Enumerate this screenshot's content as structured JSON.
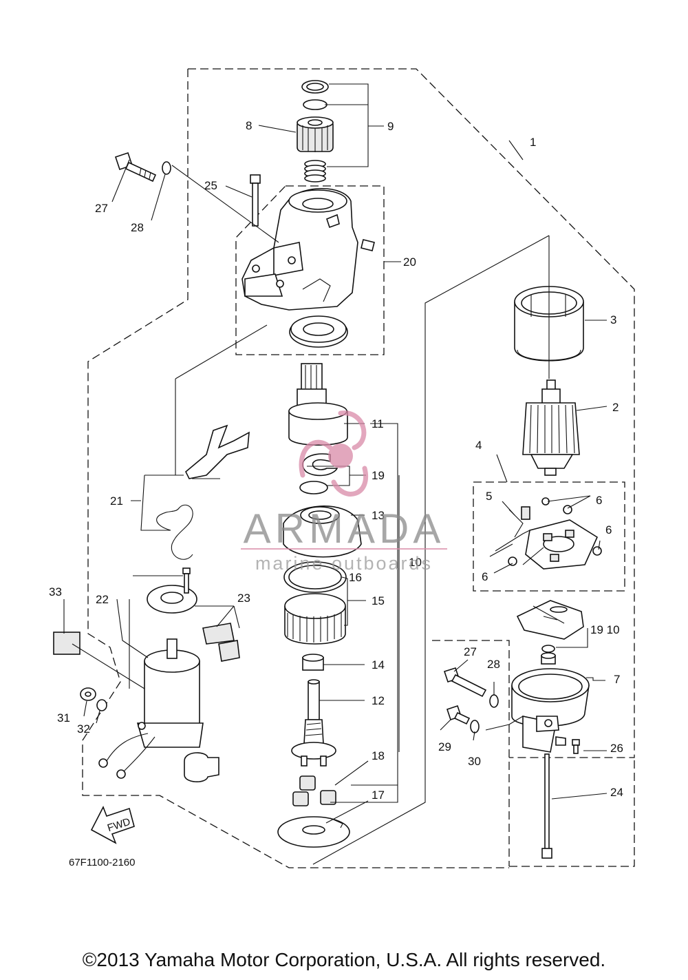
{
  "diagram": {
    "drawing_code": "67F1100-2160",
    "fwd_label": "FWD",
    "callouts": [
      "1",
      "2",
      "3",
      "4",
      "5",
      "6",
      "7",
      "8",
      "9",
      "10",
      "11",
      "12",
      "13",
      "14",
      "15",
      "16",
      "17",
      "18",
      "19",
      "20",
      "21",
      "22",
      "23",
      "24",
      "25",
      "26",
      "27",
      "28",
      "29",
      "30",
      "31",
      "32",
      "33"
    ],
    "combined_callout": "19 10"
  },
  "watermark": {
    "name": "ARMADA",
    "tagline": "marine outboards",
    "color": "#d98aa8"
  },
  "footer": {
    "copyright": "©2013 Yamaha Motor Corporation, U.S.A. All rights reserved."
  }
}
